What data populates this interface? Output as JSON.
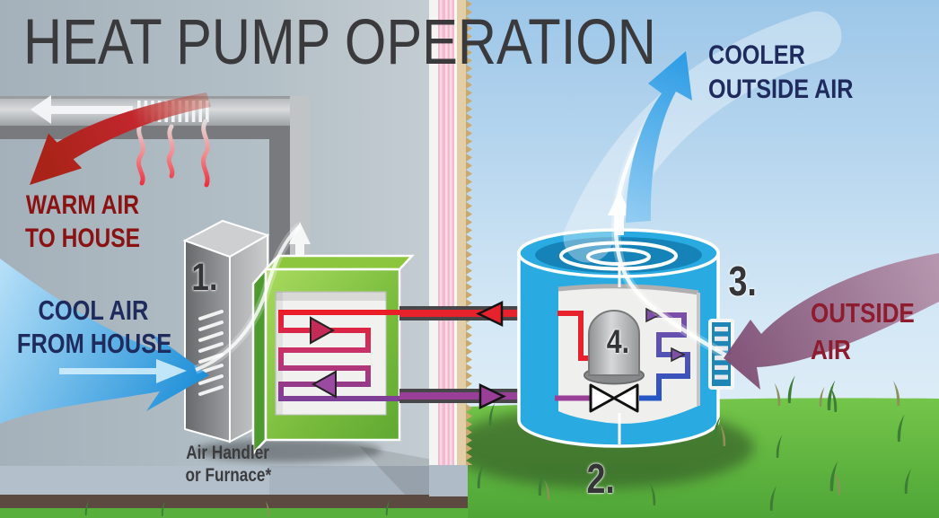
{
  "title": "HEAT PUMP OPERATION",
  "labels": {
    "warm_air": [
      "WARM AIR",
      "TO HOUSE"
    ],
    "cool_air": [
      "COOL AIR",
      "FROM HOUSE"
    ],
    "cooler_outside_air": [
      "COOLER",
      "OUTSIDE AIR"
    ],
    "outside_air": [
      "OUTSIDE",
      "AIR"
    ],
    "air_handler": [
      "Air Handler",
      "or Furnace*"
    ]
  },
  "markers": {
    "air_handler": "1.",
    "outdoor_unit": "2.",
    "air_intake": "3.",
    "compressor": "4."
  },
  "colors": {
    "title_text": "#3A3A3C",
    "warm_text": "#8A1212",
    "cool_text": "#1E2B5C",
    "outside_text": "#8C1C2E",
    "outdoor_unit_cyan": "#29ABE2",
    "indoor_coil_green": "#8CC63F",
    "hot_pipe_red": "#E8222C",
    "cold_pipe_purple": "#8F3F96",
    "grass_green": "#66BB45",
    "sky_blue": "#A9CFEC",
    "insulation_pink": "#F3B9CF",
    "duct_gray": "#C7CBCE"
  }
}
